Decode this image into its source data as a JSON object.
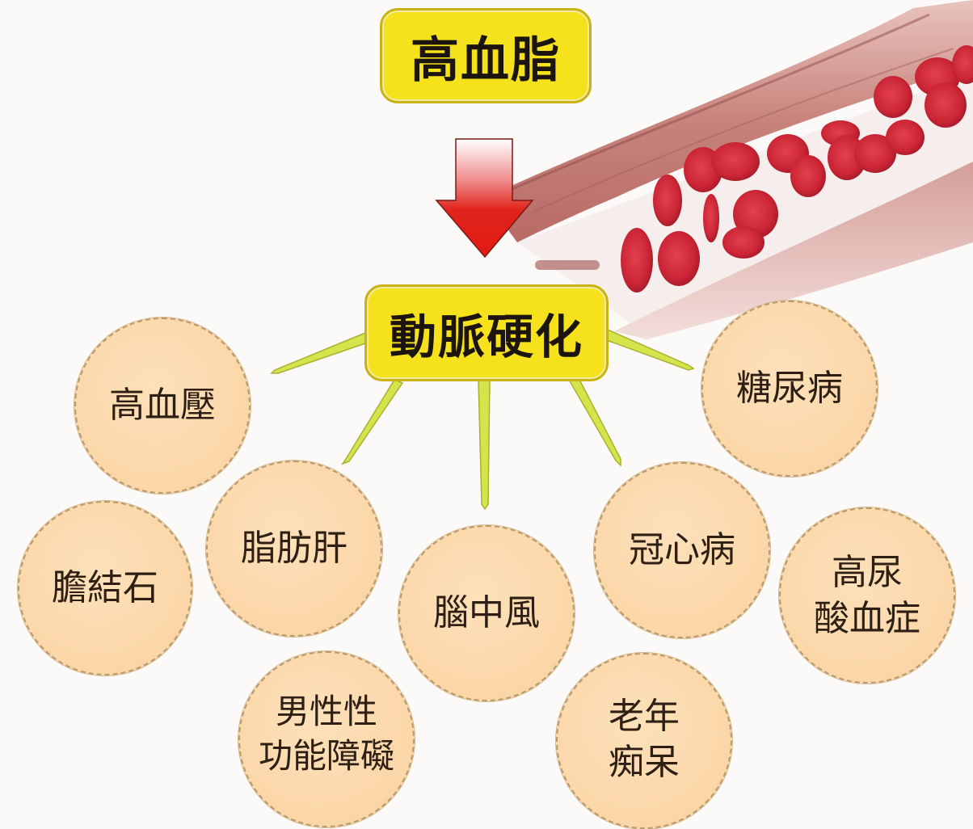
{
  "diagram": {
    "title": "高血脂",
    "center": "動脈硬化",
    "colors": {
      "label_box": "#f5e21c",
      "label_border": "#c8b216",
      "circle_fill": "#fbd6a8",
      "circle_border": "#b99a6c",
      "arrow_main": "#e02018",
      "arrow_branch": "#d4e44a",
      "blood_cell": "#d22a3a",
      "vessel_wall": "#c98a85"
    },
    "icons": {
      "main_arrow": "down-arrow-red",
      "branch_arrows": "green-pointer-arrows",
      "illustration": "blood-vessel-with-red-blood-cells"
    },
    "diseases": [
      {
        "id": "hypertension",
        "lines": [
          "高血壓"
        ]
      },
      {
        "id": "diabetes",
        "lines": [
          "糖尿病"
        ]
      },
      {
        "id": "gallstones",
        "lines": [
          "膽結石"
        ]
      },
      {
        "id": "fatty-liver",
        "lines": [
          "脂肪肝"
        ]
      },
      {
        "id": "stroke",
        "lines": [
          "腦中風"
        ]
      },
      {
        "id": "coronary-heart-disease",
        "lines": [
          "冠心病"
        ]
      },
      {
        "id": "hyperuricemia",
        "lines": [
          "高尿",
          "酸血症"
        ]
      },
      {
        "id": "erectile-dysfunction",
        "lines": [
          "男性性",
          "功能障礙"
        ]
      },
      {
        "id": "senile-dementia",
        "lines": [
          "老年",
          "痴呆"
        ]
      }
    ]
  }
}
